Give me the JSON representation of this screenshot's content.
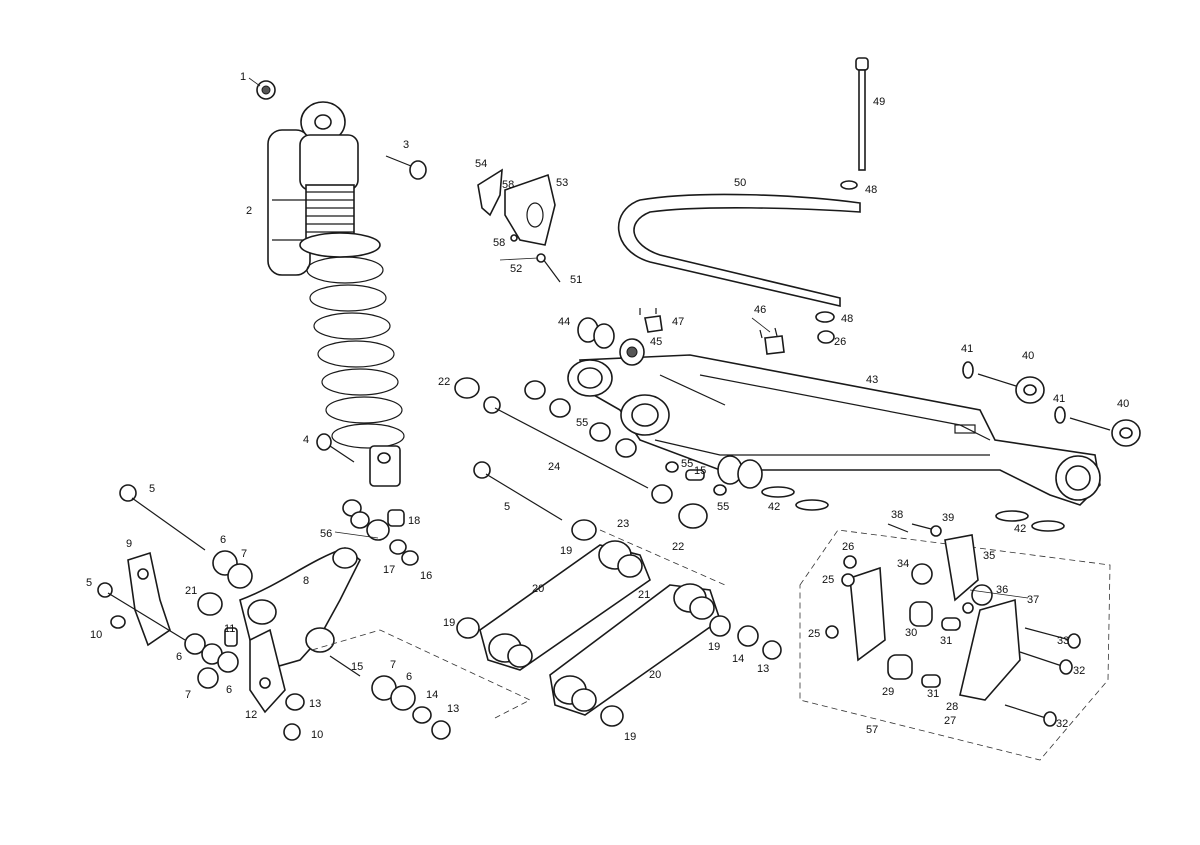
{
  "diagram": {
    "callouts": [
      {
        "id": "c1",
        "text": "1"
      },
      {
        "id": "c2",
        "text": "2"
      },
      {
        "id": "c3",
        "text": "3"
      },
      {
        "id": "c4",
        "text": "4"
      },
      {
        "id": "c5a",
        "text": "5"
      },
      {
        "id": "c5b",
        "text": "5"
      },
      {
        "id": "c5c",
        "text": "5"
      },
      {
        "id": "c6a",
        "text": "6"
      },
      {
        "id": "c6b",
        "text": "6"
      },
      {
        "id": "c6c",
        "text": "6"
      },
      {
        "id": "c6d",
        "text": "6"
      },
      {
        "id": "c7a",
        "text": "7"
      },
      {
        "id": "c7b",
        "text": "7"
      },
      {
        "id": "c7c",
        "text": "7"
      },
      {
        "id": "c8",
        "text": "8"
      },
      {
        "id": "c9",
        "text": "9"
      },
      {
        "id": "c10a",
        "text": "10"
      },
      {
        "id": "c10b",
        "text": "10"
      },
      {
        "id": "c11",
        "text": "11"
      },
      {
        "id": "c12",
        "text": "12"
      },
      {
        "id": "c13a",
        "text": "13"
      },
      {
        "id": "c13b",
        "text": "13"
      },
      {
        "id": "c13c",
        "text": "13"
      },
      {
        "id": "c14a",
        "text": "14"
      },
      {
        "id": "c14b",
        "text": "14"
      },
      {
        "id": "c15a",
        "text": "15"
      },
      {
        "id": "c15b",
        "text": "15"
      },
      {
        "id": "c16",
        "text": "16"
      },
      {
        "id": "c17",
        "text": "17"
      },
      {
        "id": "c18",
        "text": "18"
      },
      {
        "id": "c19a",
        "text": "19"
      },
      {
        "id": "c19b",
        "text": "19"
      },
      {
        "id": "c19c",
        "text": "19"
      },
      {
        "id": "c19d",
        "text": "19"
      },
      {
        "id": "c20a",
        "text": "20"
      },
      {
        "id": "c20b",
        "text": "20"
      },
      {
        "id": "c21a",
        "text": "21"
      },
      {
        "id": "c21b",
        "text": "21"
      },
      {
        "id": "c22a",
        "text": "22"
      },
      {
        "id": "c22b",
        "text": "22"
      },
      {
        "id": "c23",
        "text": "23"
      },
      {
        "id": "c24",
        "text": "24"
      },
      {
        "id": "c25a",
        "text": "25"
      },
      {
        "id": "c25b",
        "text": "25"
      },
      {
        "id": "c26a",
        "text": "26"
      },
      {
        "id": "c26b",
        "text": "26"
      },
      {
        "id": "c27",
        "text": "27"
      },
      {
        "id": "c28",
        "text": "28"
      },
      {
        "id": "c29",
        "text": "29"
      },
      {
        "id": "c30",
        "text": "30"
      },
      {
        "id": "c31a",
        "text": "31"
      },
      {
        "id": "c31b",
        "text": "31"
      },
      {
        "id": "c32a",
        "text": "32"
      },
      {
        "id": "c32b",
        "text": "32"
      },
      {
        "id": "c33",
        "text": "33"
      },
      {
        "id": "c34",
        "text": "34"
      },
      {
        "id": "c35",
        "text": "35"
      },
      {
        "id": "c36",
        "text": "36"
      },
      {
        "id": "c37",
        "text": "37"
      },
      {
        "id": "c38",
        "text": "38"
      },
      {
        "id": "c39",
        "text": "39"
      },
      {
        "id": "c40a",
        "text": "40"
      },
      {
        "id": "c40b",
        "text": "40"
      },
      {
        "id": "c41a",
        "text": "41"
      },
      {
        "id": "c41b",
        "text": "41"
      },
      {
        "id": "c42a",
        "text": "42"
      },
      {
        "id": "c42b",
        "text": "42"
      },
      {
        "id": "c43",
        "text": "43"
      },
      {
        "id": "c44",
        "text": "44"
      },
      {
        "id": "c45",
        "text": "45"
      },
      {
        "id": "c46",
        "text": "46"
      },
      {
        "id": "c47",
        "text": "47"
      },
      {
        "id": "c48a",
        "text": "48"
      },
      {
        "id": "c48b",
        "text": "48"
      },
      {
        "id": "c49",
        "text": "49"
      },
      {
        "id": "c50",
        "text": "50"
      },
      {
        "id": "c51",
        "text": "51"
      },
      {
        "id": "c52",
        "text": "52"
      },
      {
        "id": "c53",
        "text": "53"
      },
      {
        "id": "c54",
        "text": "54"
      },
      {
        "id": "c55a",
        "text": "55"
      },
      {
        "id": "c55b",
        "text": "55"
      },
      {
        "id": "c55c",
        "text": "55"
      },
      {
        "id": "c56",
        "text": "56"
      },
      {
        "id": "c57",
        "text": "57"
      },
      {
        "id": "c58a",
        "text": "58"
      },
      {
        "id": "c58b",
        "text": "58"
      }
    ]
  }
}
